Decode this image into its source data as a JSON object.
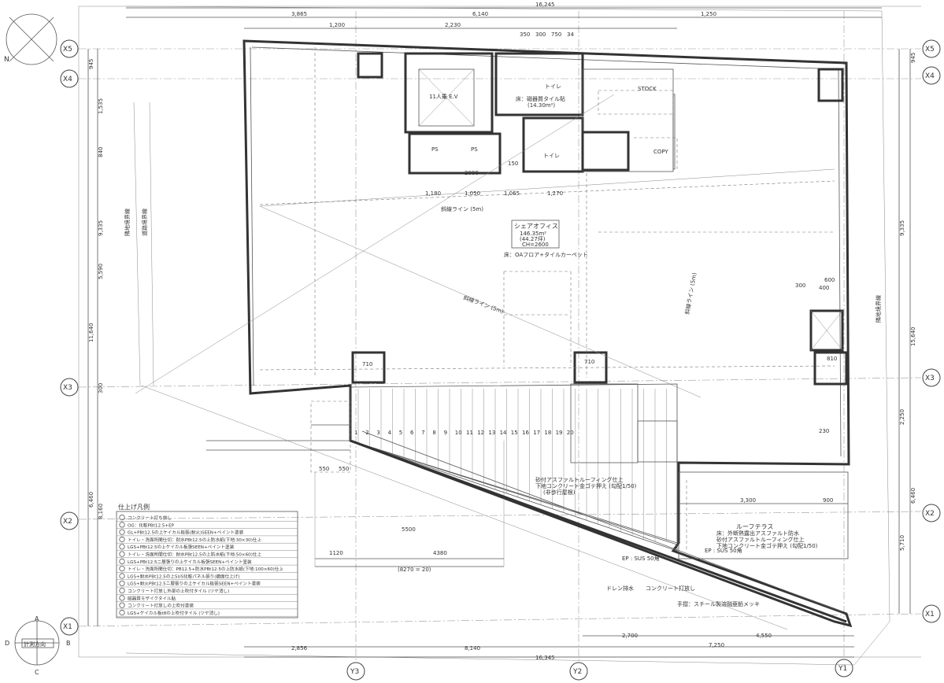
{
  "grid": {
    "rows": [
      "X5",
      "X4",
      "X3",
      "X2",
      "X1"
    ],
    "cols": [
      "Y3",
      "Y2",
      "Y1"
    ]
  },
  "dims_top": [
    "3,865",
    "6,140",
    "16,245",
    "1,250",
    "1,200",
    "2,230",
    "350",
    "300",
    "750",
    "34"
  ],
  "dims_bottom": [
    "2,856",
    "8,140",
    "16,345",
    "7,250",
    "2,700",
    "4,550"
  ],
  "dims_left": [
    "945",
    "1,535",
    "840",
    "9,335",
    "5,590",
    "11,640",
    "300",
    "6,460",
    "8,160"
  ],
  "dims_right": [
    "945",
    "9,335",
    "15,640",
    "2,250",
    "6,460",
    "5,710"
  ],
  "dims_inner": [
    "1,180",
    "1,050",
    "1,065",
    "1,270",
    "550",
    "550",
    "1120",
    "5500",
    "4380",
    "(8270 = 20)",
    "3,300",
    "900",
    "710",
    "710",
    "810",
    "400",
    "300",
    "600",
    "150",
    "2000",
    "230"
  ],
  "stair_steps": [
    "1",
    "2",
    "3",
    "4",
    "5",
    "6",
    "7",
    "8",
    "9",
    "10",
    "11",
    "12",
    "13",
    "14",
    "15",
    "16",
    "17",
    "18",
    "19",
    "20"
  ],
  "rooms": {
    "office_title": "シェアオフィス",
    "office_area1": "146.35m²",
    "office_area2": "(44.27坪)",
    "office_height": "CH=2600",
    "office_note": "床：OAフロア+タイルカーペット",
    "ev": "11人乗 E.V",
    "toilet1": "トイレ",
    "toilet2": "トイレ",
    "stock": "STOCK",
    "copy": "COPY",
    "hall": "床：磁器質タイル貼",
    "hall_area": "(14.30m²)",
    "ps": "PS",
    "roof_terrace": "ルーフテラス",
    "roof_note1": "床：外断熱露出アスファルト防水",
    "roof_note2": "砂付アスファルトルーフィング仕上",
    "roof_note3": "下地コンクリート金ゴテ押え (勾配1/50)",
    "slope_note1": "砂付アスファルトルーフィング仕上",
    "slope_note2": "下地コンクリート金ゴテ押え (勾配1/50)",
    "slope_note3": "(非歩行屋根)",
    "setback1": "隣地境界線",
    "setback2": "道路境界線",
    "line_5m": "斜線ライン (5m)",
    "line_5m_2": "斜線ライン (5m)",
    "line_5m_3": "斜線ライン (5m)",
    "north": "N",
    "direction_label": "計測方向",
    "dir_a": "A",
    "dir_b": "B",
    "dir_c": "C",
    "dir_d": "D",
    "drain_note": "ドレン排水",
    "note_bottom1": "コンクリート打放し",
    "note_bottom2": "手摺：スチール製溶融亜鉛メッキ",
    "legend_fp": "EP : SUS 50角",
    "legend_fp2": "EP : SUS 50角"
  },
  "legend": {
    "title": "仕上げ凡例",
    "items": [
      "コンクリート打ち放し",
      "OG：化粧PBt12.5+EP",
      "GL+PBt12.5の上ケイカル板張(耐火)SEEN+ペイント塗装",
      "トイレ・洗面所間仕切：耐水PBt12.5の上防水紙(下地:30×30)仕上",
      "LGS+PBt12.5の上ケイカル板張SEEN+ペイント塗装",
      "トイレ・洗面所間仕切：耐水PBt12.5の上防水紙(下地:50×60)仕上",
      "LGS+PBt12.5ニ層張りの上ケイカル板張SEEN+ペイント塗装",
      "トイレ・洗面所間仕切：PB12.5+防水PBt12.5の上防水紙(下地:100×60)仕上",
      "LGS+耐水PBt12.5の上SUS化粧パネル張り(鏡面仕上げ)",
      "LGS+耐火PBt12.5ニ層張りの上ケイカル板張SEEN+ペイント塗装",
      "コンクリート打放し外部の上吹付タイル (ツヤ消し)",
      "磁器質モザイクタイル貼",
      "コンクリート打放しの上吹付塗装",
      "LGS+ケイカル板t8の上吹付タイル (ツヤ消し)"
    ]
  }
}
